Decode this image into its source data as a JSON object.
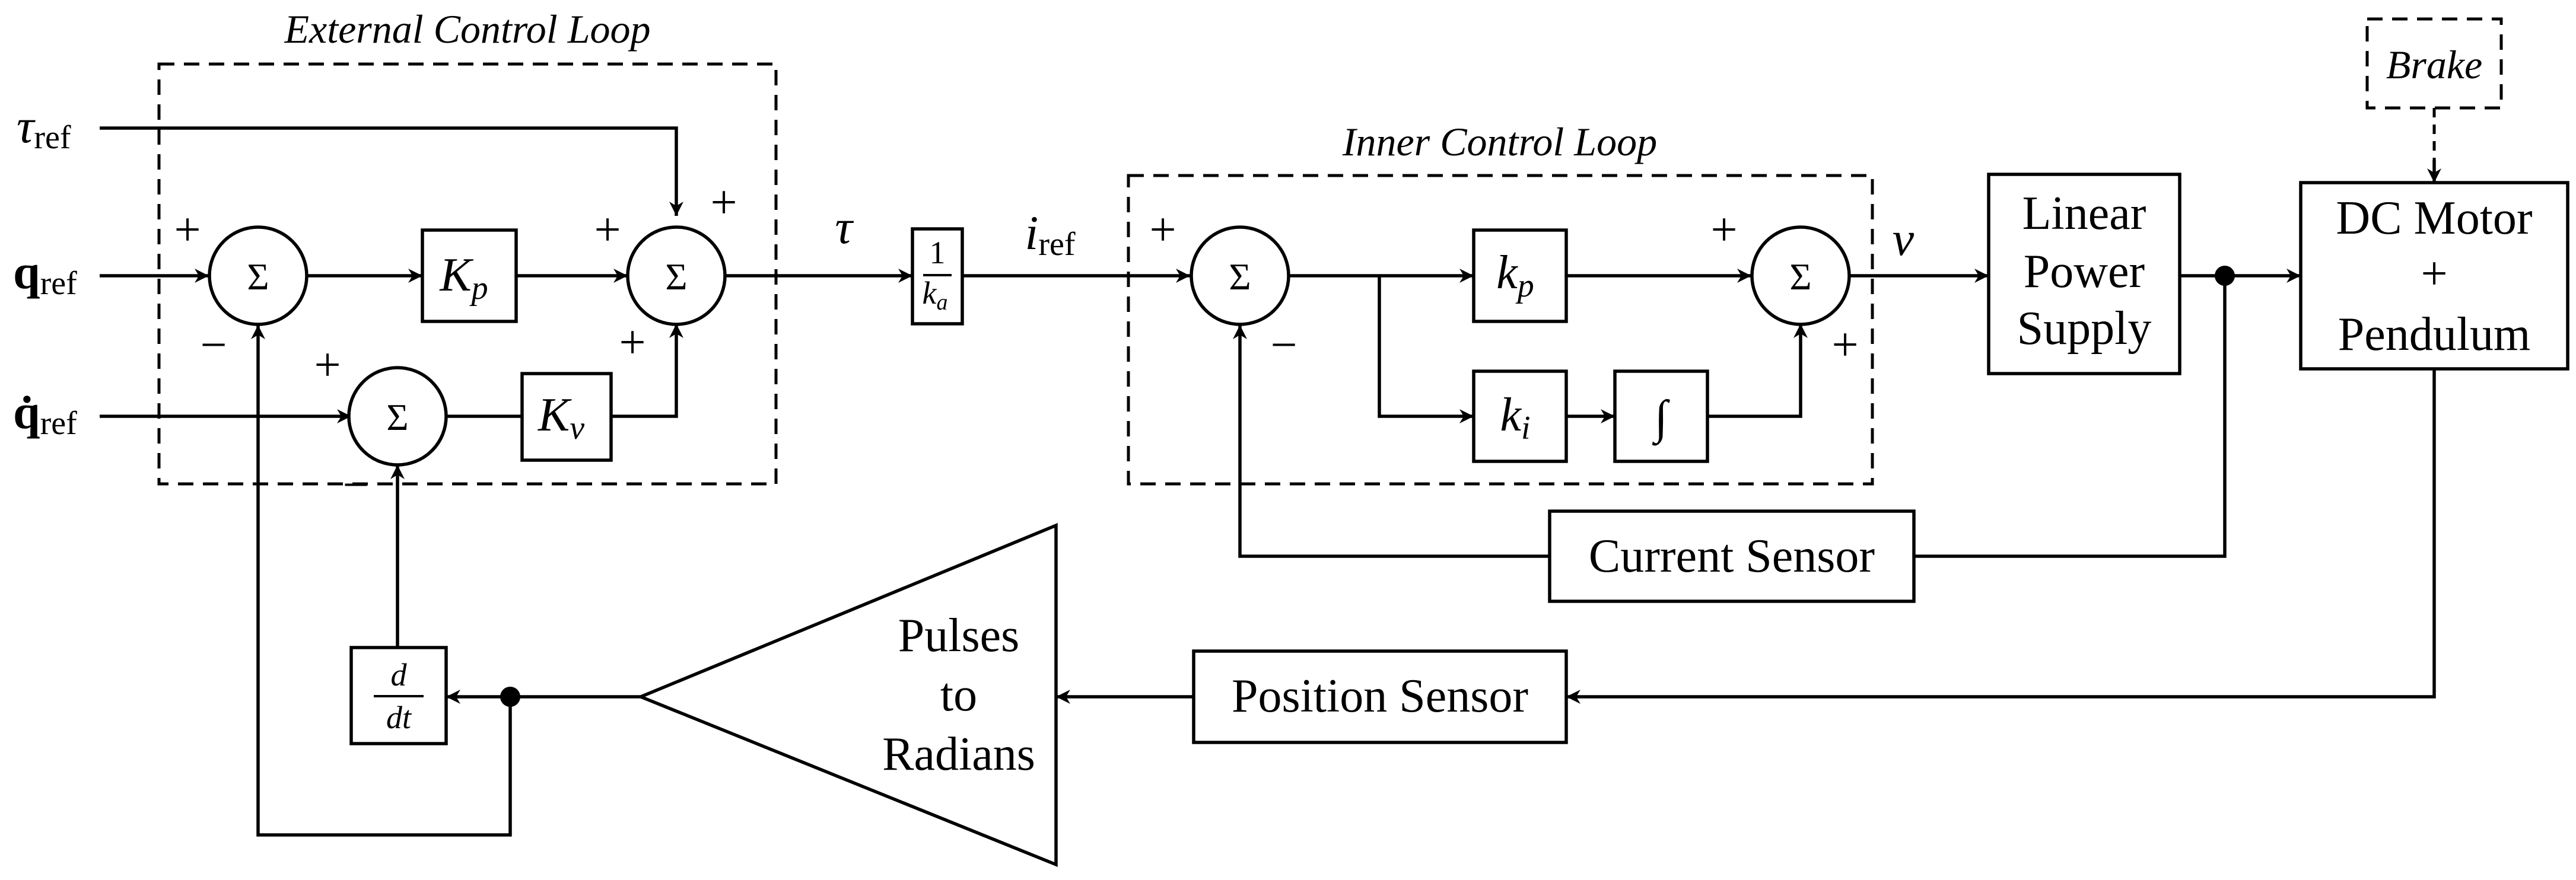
{
  "loops": {
    "external": "External Control Loop",
    "inner": "Inner Control Loop"
  },
  "inputs": {
    "tau_ref": {
      "base": "τ",
      "sub": "ref"
    },
    "q_ref": {
      "base": "q",
      "sub": "ref"
    },
    "qdot_ref": {
      "base": "q̇",
      "sub": "ref"
    }
  },
  "summers": {
    "symbol": "Σ"
  },
  "signs": {
    "plus": "+",
    "minus": "−"
  },
  "gains": {
    "Kp": {
      "base": "K",
      "sub": "p"
    },
    "Kv": {
      "base": "K",
      "sub": "v"
    },
    "kp": {
      "base": "k",
      "sub": "p"
    },
    "ki": {
      "base": "k",
      "sub": "i"
    }
  },
  "signals": {
    "tau": "τ",
    "i_ref": {
      "base": "i",
      "sub": "ref"
    },
    "v": "v"
  },
  "blocks": {
    "inv_ka": {
      "num": "1",
      "den_base": "k",
      "den_sub": "a"
    },
    "integrator": "∫",
    "derivative": {
      "num": "d",
      "den": "dt"
    },
    "power_supply": [
      "Linear",
      "Power",
      "Supply"
    ],
    "motor": [
      "DC Motor",
      "+",
      "Pendulum"
    ],
    "brake": "Brake",
    "current_sensor": "Current Sensor",
    "position_sensor": "Position Sensor",
    "converter": [
      "Pulses",
      "to",
      "Radians"
    ]
  }
}
